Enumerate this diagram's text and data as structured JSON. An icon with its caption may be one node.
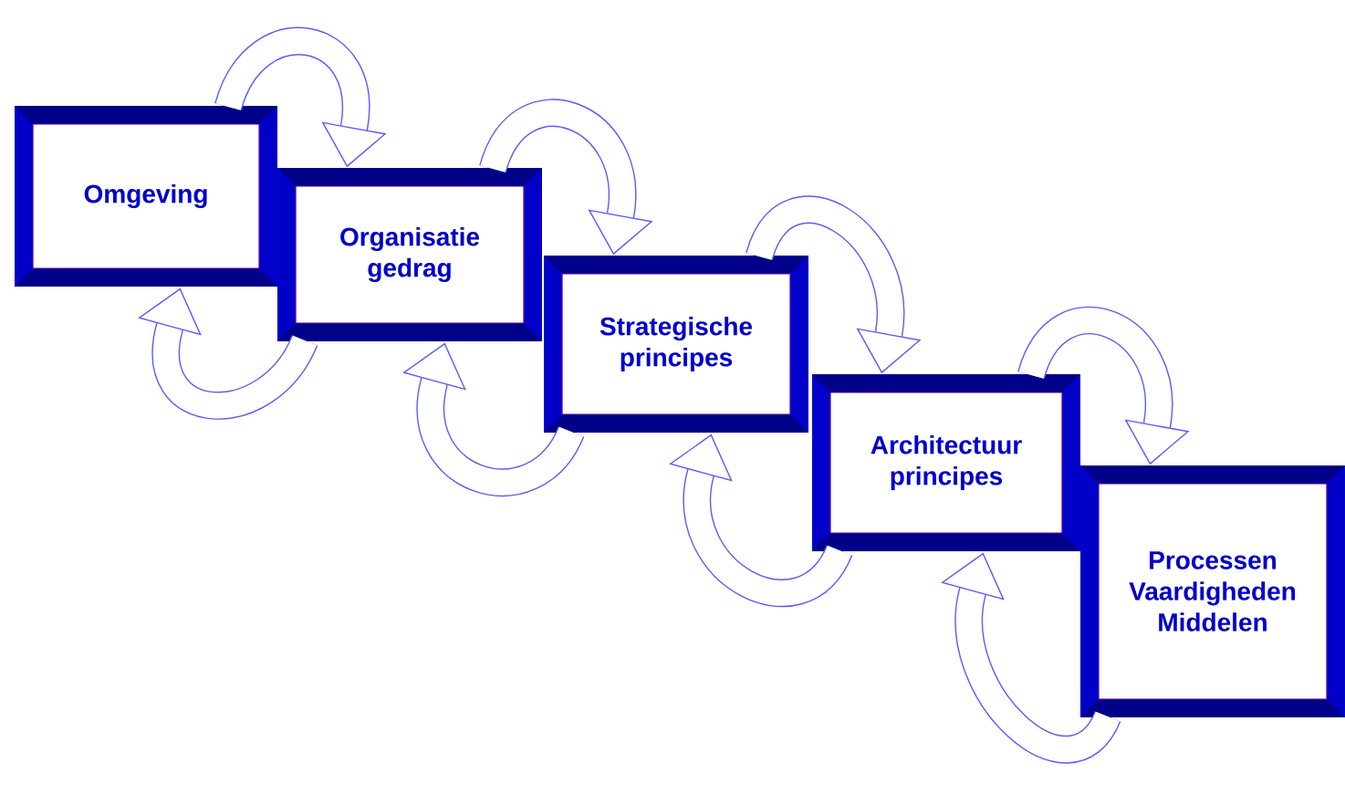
{
  "diagram": {
    "nodes": [
      {
        "text": [
          "Omgeving"
        ]
      },
      {
        "text": [
          "Organisatie gedrag"
        ]
      },
      {
        "text": [
          "Strategische principes"
        ]
      },
      {
        "text": [
          "Architectuur principes"
        ]
      },
      {
        "text": [
          "Processen Vaardigheden Middelen"
        ]
      }
    ],
    "edges": [
      {
        "from": 0,
        "to": 1,
        "arrow": "to"
      },
      {
        "from": 1,
        "to": 2,
        "arrow": "to"
      },
      {
        "from": 2,
        "to": 3,
        "arrow": "to"
      },
      {
        "from": 3,
        "to": 4,
        "arrow": "to"
      },
      {
        "from": 1,
        "to": 0,
        "arrow": "to"
      },
      {
        "from": 2,
        "to": 1,
        "arrow": "to"
      },
      {
        "from": 3,
        "to": 2,
        "arrow": "to"
      },
      {
        "from": 4,
        "to": 3,
        "arrow": "to"
      }
    ]
  }
}
